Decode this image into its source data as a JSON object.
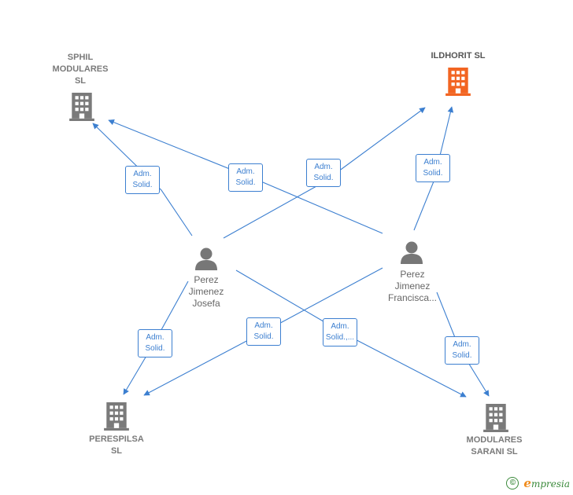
{
  "nodes": {
    "sphil": {
      "name": "SPHIL\nMODULARES\nSL",
      "kind": "company"
    },
    "ildhorit": {
      "name": "ILDHORIT  SL",
      "kind": "company",
      "accent": "#f26522"
    },
    "perespilsa": {
      "name": "PERESPILSA\nSL",
      "kind": "company"
    },
    "modulares_sarani": {
      "name": "MODULARES\nSARANI SL",
      "kind": "company"
    },
    "perez_josefa": {
      "name": "Perez\nJimenez\nJosefa",
      "kind": "person"
    },
    "perez_francisca": {
      "name": "Perez\nJimenez\nFrancisca...",
      "kind": "person"
    }
  },
  "edges": [
    {
      "from": "perez_josefa",
      "to": "sphil",
      "label": [
        "Adm.",
        "Solid."
      ]
    },
    {
      "from": "perez_francisca",
      "to": "sphil",
      "label": [
        "Adm.",
        "Solid."
      ]
    },
    {
      "from": "perez_josefa",
      "to": "ildhorit",
      "label": [
        "Adm.",
        "Solid."
      ]
    },
    {
      "from": "perez_francisca",
      "to": "ildhorit",
      "label": [
        "Adm.",
        "Solid."
      ]
    },
    {
      "from": "perez_josefa",
      "to": "perespilsa",
      "label": [
        "Adm.",
        "Solid."
      ]
    },
    {
      "from": "perez_francisca",
      "to": "perespilsa",
      "label": [
        "Adm.",
        "Solid."
      ]
    },
    {
      "from": "perez_josefa",
      "to": "modulares_sarani",
      "label": [
        "Adm.",
        "Solid.,..."
      ]
    },
    {
      "from": "perez_francisca",
      "to": "modulares_sarani",
      "label": [
        "Adm.",
        "Solid."
      ]
    }
  ],
  "colors": {
    "edge": "#3c7fd0",
    "company_icon": "#7a7a7a",
    "person_icon": "#777777",
    "focus_icon": "#f26522"
  },
  "footer": {
    "copyright_symbol": "©",
    "brand_initial": "e",
    "brand_rest": "mpresia"
  }
}
